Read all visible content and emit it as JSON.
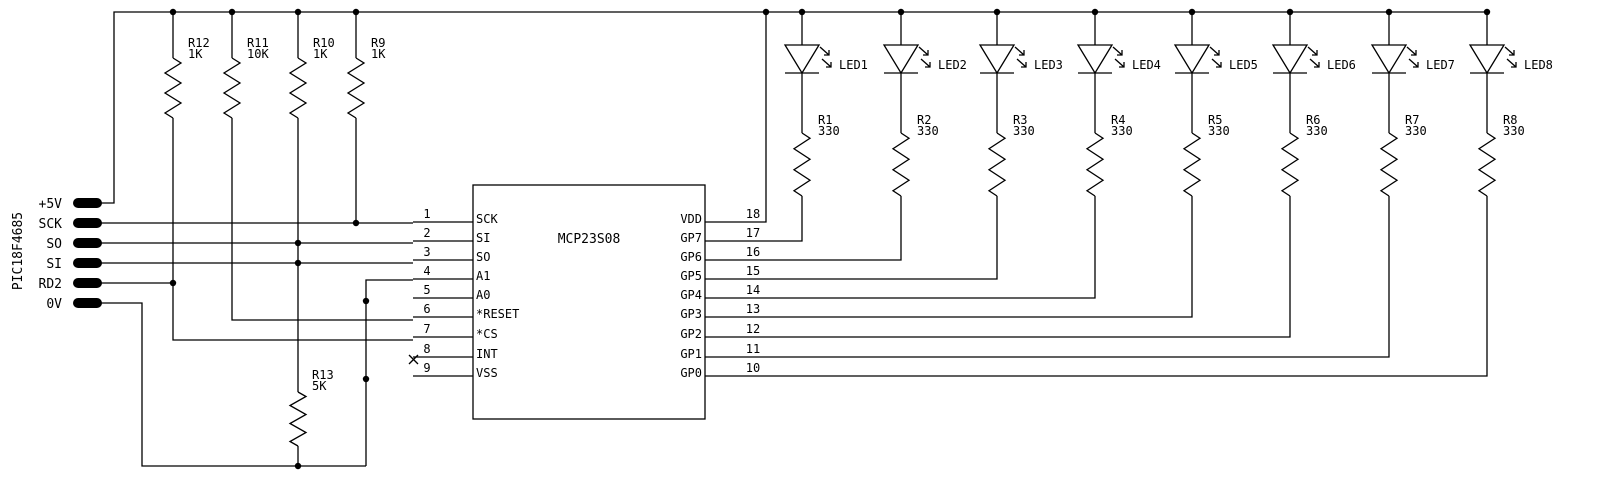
{
  "connector": {
    "title": "PIC18F4685",
    "pins": [
      "+5V",
      "SCK",
      "SO",
      "SI",
      "RD2",
      "0V"
    ]
  },
  "chip": {
    "name": "MCP23S08",
    "left_pins": [
      {
        "num": "1",
        "name": "SCK"
      },
      {
        "num": "2",
        "name": "SI"
      },
      {
        "num": "3",
        "name": "SO"
      },
      {
        "num": "4",
        "name": "A1"
      },
      {
        "num": "5",
        "name": "A0"
      },
      {
        "num": "6",
        "name": "*RESET"
      },
      {
        "num": "7",
        "name": "*CS"
      },
      {
        "num": "8",
        "name": "INT"
      },
      {
        "num": "9",
        "name": "VSS"
      }
    ],
    "right_pins": [
      {
        "num": "18",
        "name": "VDD"
      },
      {
        "num": "17",
        "name": "GP7"
      },
      {
        "num": "16",
        "name": "GP6"
      },
      {
        "num": "15",
        "name": "GP5"
      },
      {
        "num": "14",
        "name": "GP4"
      },
      {
        "num": "13",
        "name": "GP3"
      },
      {
        "num": "12",
        "name": "GP2"
      },
      {
        "num": "11",
        "name": "GP1"
      },
      {
        "num": "10",
        "name": "GP0"
      }
    ]
  },
  "pullups": [
    {
      "name": "R12",
      "value": "1K"
    },
    {
      "name": "R11",
      "value": "10K"
    },
    {
      "name": "R10",
      "value": "1K"
    },
    {
      "name": "R9",
      "value": "1K"
    }
  ],
  "pulldown": {
    "name": "R13",
    "value": "5K"
  },
  "leds": [
    "LED1",
    "LED2",
    "LED3",
    "LED4",
    "LED5",
    "LED6",
    "LED7",
    "LED8"
  ],
  "led_resistors": [
    {
      "name": "R1",
      "value": "330"
    },
    {
      "name": "R2",
      "value": "330"
    },
    {
      "name": "R3",
      "value": "330"
    },
    {
      "name": "R4",
      "value": "330"
    },
    {
      "name": "R5",
      "value": "330"
    },
    {
      "name": "R6",
      "value": "330"
    },
    {
      "name": "R7",
      "value": "330"
    },
    {
      "name": "R8",
      "value": "330"
    }
  ]
}
